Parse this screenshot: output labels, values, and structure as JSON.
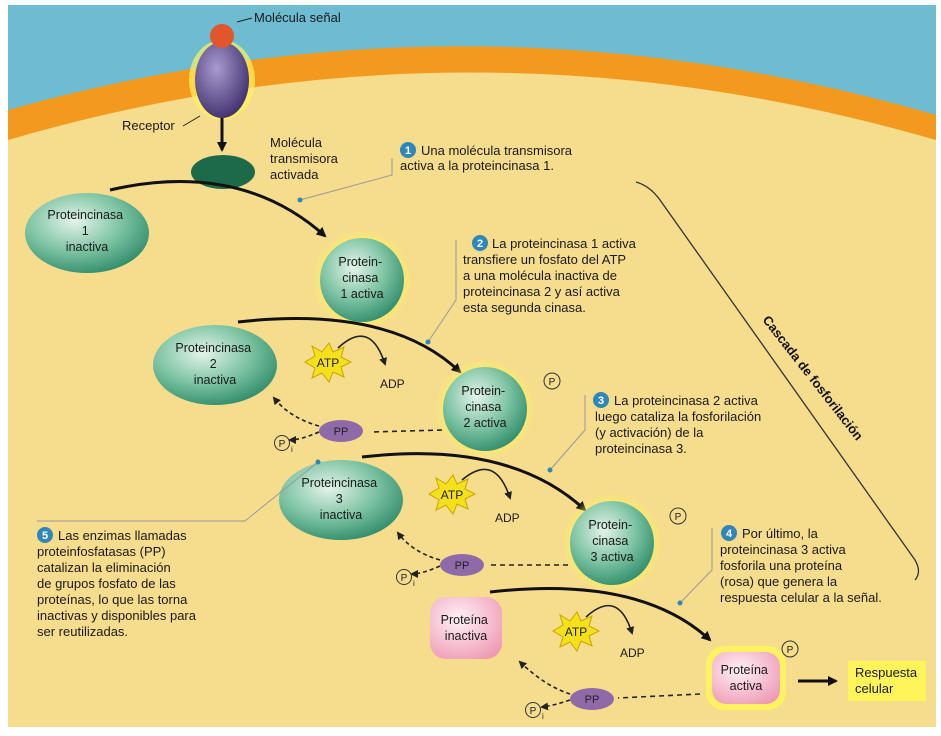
{
  "labels": {
    "signal": "Molécula señal",
    "receptor": "Receptor",
    "relay": [
      "Molécula",
      "transmisora",
      "activada"
    ],
    "cascade": "Cascada de fosforilación",
    "atp": "ATP",
    "adp": "ADP",
    "pp": "PP",
    "phosphate": "P",
    "pi_sub": "i",
    "response": [
      "Respuesta",
      "celular"
    ]
  },
  "enzymes": {
    "pk1_inactive": [
      "Proteincinasa",
      "1",
      "inactiva"
    ],
    "pk1_active": [
      "Protein-",
      "cinasa",
      "1 activa"
    ],
    "pk2_inactive": [
      "Proteincinasa",
      "2",
      "inactiva"
    ],
    "pk2_active": [
      "Protein-",
      "cinasa",
      "2 activa"
    ],
    "pk3_inactive": [
      "Proteincinasa",
      "3",
      "inactiva"
    ],
    "pk3_active": [
      "Protein-",
      "cinasa",
      "3 activa"
    ],
    "prot_inactive": [
      "Proteína",
      "inactiva"
    ],
    "prot_active": [
      "Proteína",
      "activa"
    ]
  },
  "steps": [
    {
      "num": "1",
      "lines": [
        "Una molécula transmisora",
        "activa a la proteincinasa 1."
      ]
    },
    {
      "num": "2",
      "lines": [
        "La proteincinasa 1 activa",
        "transfiere un fosfato del ATP",
        "a una molécula inactiva de",
        "proteincinasa 2 y así activa",
        "esta segunda cinasa."
      ]
    },
    {
      "num": "3",
      "lines": [
        "La proteincinasa 2 activa",
        "luego cataliza la fosforilación",
        "(y activación) de la",
        "proteincinasa 3."
      ]
    },
    {
      "num": "4",
      "lines": [
        "Por último, la",
        "proteincinasa 3 activa",
        "fosforila una proteína",
        "(rosa) que genera la",
        "respuesta celular a la señal."
      ]
    },
    {
      "num": "5",
      "lines": [
        "Las enzimas llamadas",
        "proteinfosfatasas (PP)",
        "catalizan la eliminación",
        "de grupos fosfato de las",
        "proteínas, lo que las torna",
        "inactivas y disponibles para",
        "ser reutilizadas."
      ]
    }
  ],
  "colors": {
    "cytoplasm": "#f6dc8d",
    "membrane": "#f39a1e",
    "extracellular": "#6dbcd2",
    "kinase": "#3f9e7e",
    "phosphatase": "#8f6aa8",
    "protein_pink": "#f3a9c0",
    "atp_yellow": "#f4e11b",
    "step_badge": "#2f86b8"
  }
}
